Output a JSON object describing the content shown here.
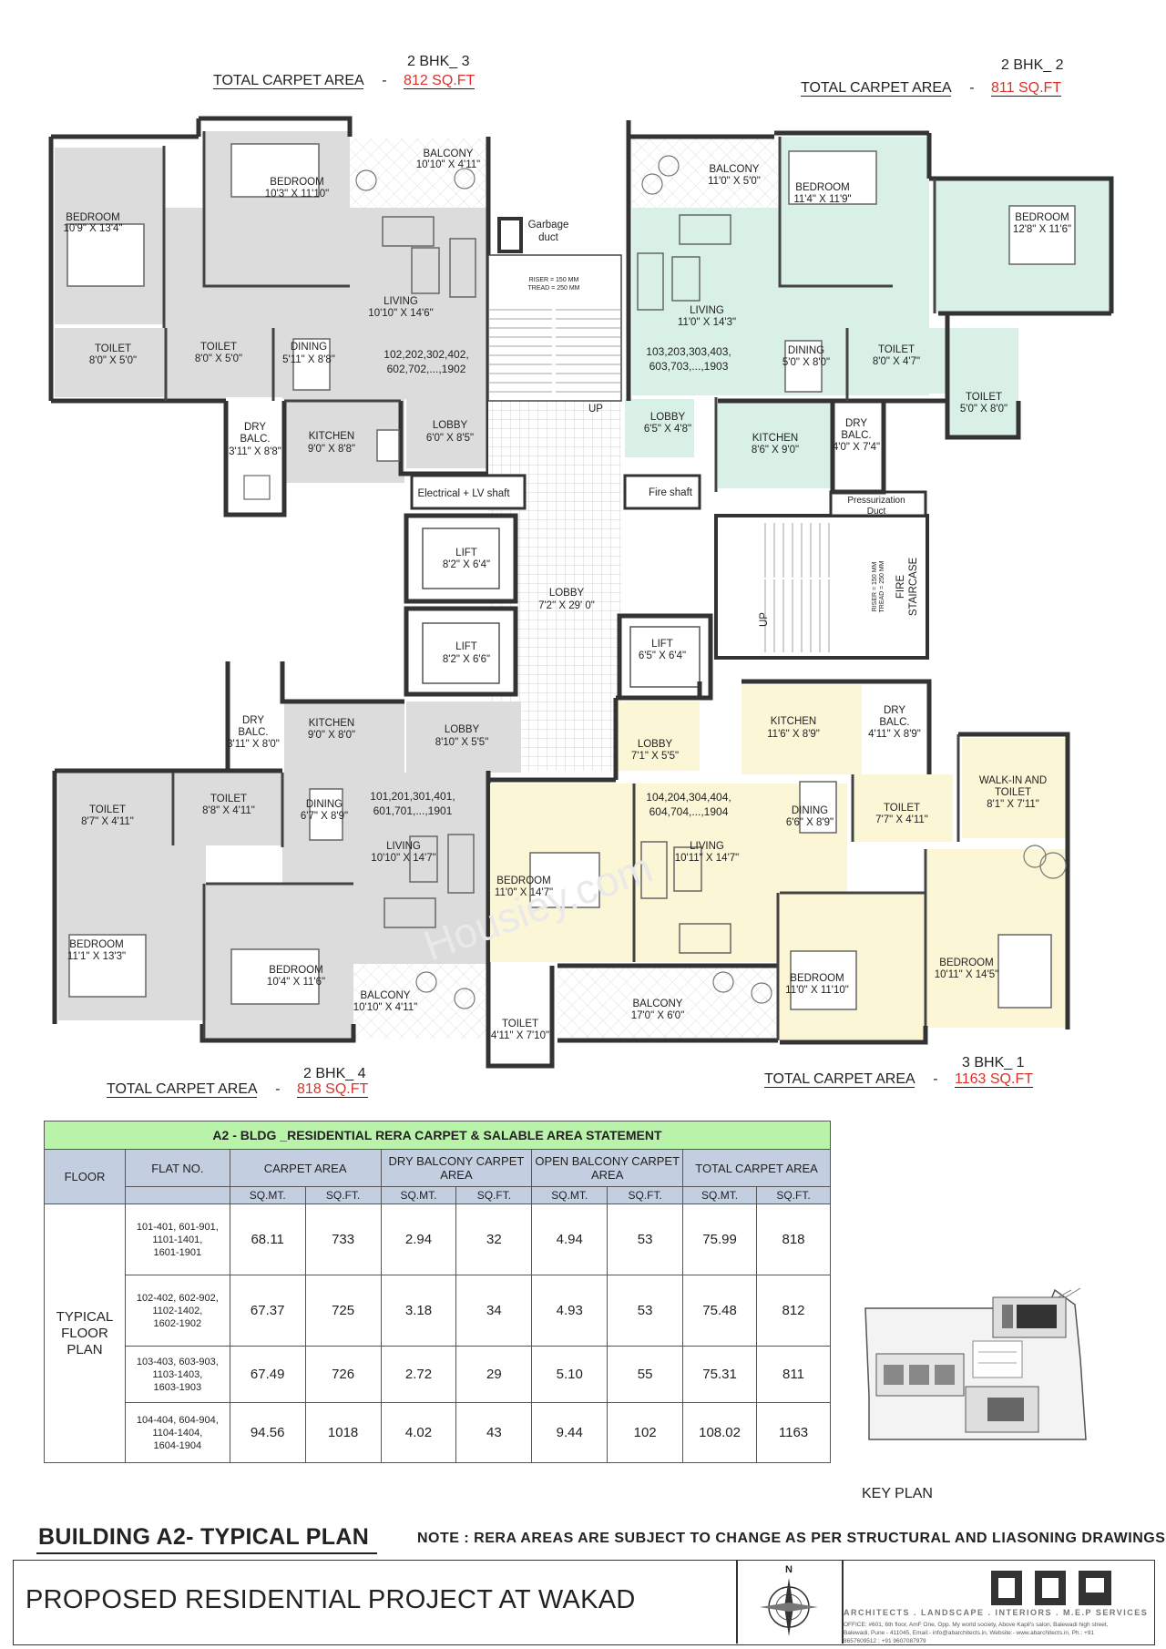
{
  "units": {
    "u3": {
      "bhk": "2 BHK_ 3",
      "tca_label": "TOTAL CARPET AREA",
      "dash": "-",
      "tca_value": "812 SQ.FT"
    },
    "u2": {
      "bhk": "2 BHK_ 2",
      "tca_label": "TOTAL CARPET AREA",
      "dash": "-",
      "tca_value": "811 SQ.FT"
    },
    "u4": {
      "bhk": "2 BHK_ 4",
      "tca_label": "TOTAL CARPET AREA",
      "dash": "-",
      "tca_value": "818 SQ.FT"
    },
    "u1": {
      "bhk": "3 BHK_ 1",
      "tca_label": "TOTAL CARPET AREA",
      "dash": "-",
      "tca_value": "1163 SQ.FT"
    }
  },
  "rooms": {
    "bed3a_n": "BEDROOM",
    "bed3a_d": "10'9\" X 13'4\"",
    "bed3b_n": "BEDROOM",
    "bed3b_d": "10'3\" X 11'10\"",
    "bal3_n": "BALCONY",
    "bal3_d": "10'10\" X 4'11\"",
    "liv3_n": "LIVING",
    "liv3_d": "10'10\" X 14'6\"",
    "toi3a_n": "TOILET",
    "toi3a_d": "8'0\" X 5'0\"",
    "toi3b_n": "TOILET",
    "toi3b_d": "8'0\" X 5'0\"",
    "din3_n": "DINING",
    "din3_d": "5'11\" X 8'8\"",
    "flats3_a": "102,202,302,402,",
    "flats3_b": "602,702,...,1902",
    "dry3_a": "DRY",
    "dry3_b": "BALC.",
    "dry3_d": "3'11\" X 8'8\"",
    "kit3_n": "KITCHEN",
    "kit3_d": "9'0\" X 8'8\"",
    "lob3_n": "LOBBY",
    "lob3_d": "6'0\" X 8'5\"",
    "garb_a": "Garbage",
    "garb_b": "duct",
    "riser1": "RISER = 150 MM",
    "tread1": "TREAD = 250 MM",
    "up1": "UP",
    "elec": "Electrical  + LV shaft",
    "fire_shaft": "Fire shaft",
    "bal2_n": "BALCONY",
    "bal2_d": "11'0\" X 5'0\"",
    "bed2a_n": "BEDROOM",
    "bed2a_d": "11'4\" X 11'9\"",
    "bed2b_n": "BEDROOM",
    "bed2b_d": "12'8\" X 11'6\"",
    "liv2_n": "LIVING",
    "liv2_d": "11'0\" X 14'3\"",
    "flats2_a": "103,203,303,403,",
    "flats2_b": "603,703,...,1903",
    "din2_n": "DINING",
    "din2_d": "5'0\" X 8'0\"",
    "toi2a_n": "TOILET",
    "toi2a_d": "8'0\" X 4'7\"",
    "toi2b_n": "TOILET",
    "toi2b_d": "5'0\" X 8'0\"",
    "lob2_n": "LOBBY",
    "lob2_d": "6'5\" X 4'8\"",
    "kit2_n": "KITCHEN",
    "kit2_d": "8'6\" X 9'0\"",
    "dry2_a": "DRY",
    "dry2_b": "BALC.",
    "dry2_d": "4'0\" X 7'4\"",
    "press_a": "Pressurization",
    "press_b": "Duct",
    "lift1_n": "LIFT",
    "lift1_d": "8'2\" X 6'4\"",
    "lift2_n": "LIFT",
    "lift2_d": "8'2\" X 6'6\"",
    "lift3_n": "LIFT",
    "lift3_d": "6'5\" X 6'4\"",
    "lobc_n": "LOBBY",
    "lobc_d": "7'2\" X 29' 0\"",
    "fire_a": "FIRE",
    "fire_b": "STAIRCASE",
    "riser2": "RISER = 150 MM",
    "tread2": "TREAD = 250 MM",
    "up2": "UP",
    "dry4_a": "DRY",
    "dry4_b": "BALC.",
    "dry4_d": "3'11\" X 8'0\"",
    "kit4_n": "KITCHEN",
    "kit4_d": "9'0\" X 8'0\"",
    "lob4_n": "LOBBY",
    "lob4_d": "8'10\" X 5'5\"",
    "toi4a_n": "TOILET",
    "toi4a_d": "8'7\" X 4'11\"",
    "toi4b_n": "TOILET",
    "toi4b_d": "8'8\" X 4'11\"",
    "din4_n": "DINING",
    "din4_d": "6'7\" X 8'9\"",
    "flats4_a": "101,201,301,401,",
    "flats4_b": "601,701,...,1901",
    "liv4_n": "LIVING",
    "liv4_d": "10'10\" X 14'7\"",
    "bed4a_n": "BEDROOM",
    "bed4a_d": "11'1\" X 13'3\"",
    "bed4b_n": "BEDROOM",
    "bed4b_d": "10'4\" X 11'6\"",
    "bal4_n": "BALCONY",
    "bal4_d": "10'10\" X 4'11\"",
    "lob1_n": "LOBBY",
    "lob1_d": "7'1\" X 5'5\"",
    "kit1_n": "KITCHEN",
    "kit1_d": "11'6\" X 8'9\"",
    "dry1_a": "DRY",
    "dry1_b": "BALC.",
    "dry1_d": "4'11\" X 8'9\"",
    "flats1_a": "104,204,304,404,",
    "flats1_b": "604,704,...,1904",
    "din1_n": "DINING",
    "din1_d": "6'6\" X 8'9\"",
    "toi1a_n": "TOILET",
    "toi1a_d": "7'7\" X 4'11\"",
    "wit_a": "WALK-IN AND",
    "wit_b": "TOILET",
    "wit_d": "8'1\" X 7'11\"",
    "bed1a_n": "BEDROOM",
    "bed1a_d": "11'0\" X 14'7\"",
    "liv1_n": "LIVING",
    "liv1_d": "10'11\" X 14'7\"",
    "bed1b_n": "BEDROOM",
    "bed1b_d": "11'0\" X 11'10\"",
    "bed1c_n": "BEDROOM",
    "bed1c_d": "10'11\" X 14'5\"",
    "bal1_n": "BALCONY",
    "bal1_d": "17'0\" X 6'0\"",
    "toi1b_n": "TOILET",
    "toi1b_d": "4'11\" X 7'10\""
  },
  "table": {
    "title": "A2 - BLDG _RESIDENTIAL RERA CARPET & SALABLE AREA STATEMENT",
    "h_floor": "FLOOR",
    "h_flat": "FLAT NO.",
    "h_carpet": "CARPET AREA",
    "h_dry": "DRY BALCONY CARPET AREA",
    "h_open": "OPEN BALCONY CARPET AREA",
    "h_total": "TOTAL CARPET AREA",
    "u_sqmt": "SQ.MT.",
    "u_sqft": "SQ.FT.",
    "floor_a": "TYPICAL",
    "floor_b": "FLOOR",
    "floor_c": "PLAN",
    "rows": [
      {
        "f1": "101-401, 601-901,",
        "f2": "1101-1401,",
        "f3": "1601-1901",
        "c_m": "68.11",
        "c_f": "733",
        "d_m": "2.94",
        "d_f": "32",
        "o_m": "4.94",
        "o_f": "53",
        "t_m": "75.99",
        "t_f": "818"
      },
      {
        "f1": "102-402, 602-902,",
        "f2": "1102-1402,",
        "f3": "1602-1902",
        "c_m": "67.37",
        "c_f": "725",
        "d_m": "3.18",
        "d_f": "34",
        "o_m": "4.93",
        "o_f": "53",
        "t_m": "75.48",
        "t_f": "812"
      },
      {
        "f1": "103-403, 603-903,",
        "f2": "1103-1403,",
        "f3": "1603-1903",
        "c_m": "67.49",
        "c_f": "726",
        "d_m": "2.72",
        "d_f": "29",
        "o_m": "5.10",
        "o_f": "55",
        "t_m": "75.31",
        "t_f": "811"
      },
      {
        "f1": "104-404, 604-904,",
        "f2": "1104-1404,",
        "f3": "1604-1904",
        "c_m": "94.56",
        "c_f": "1018",
        "d_m": "4.02",
        "d_f": "43",
        "o_m": "9.44",
        "o_f": "102",
        "t_m": "108.02",
        "t_f": "1163"
      }
    ]
  },
  "keyplan_label": "KEY PLAN",
  "building_title": "BUILDING A2- TYPICAL PLAN",
  "note": "NOTE : RERA AREAS ARE SUBJECT TO CHANGE AS PER STRUCTURAL AND LIASONING DRAWINGS.",
  "project_title": "PROPOSED RESIDENTIAL PROJECT AT WAKAD",
  "compass_label": "N",
  "firm_tag": "ARCHITECTS . LANDSCAPE . INTERIORS . M.E.P SERVICES",
  "firm_address": "OFFICE: #601, 6th floor, AmF One, Opp. My world society, Above Kapil's salon, Balewadi high street, Balewadi, Pune - 411045, Email:- info@abarchitects.in, Website:- www.abarchitects.in, Ph.: +91 8657609512 ; +91 9607087979",
  "watermark": "Housiey.com",
  "colors": {
    "gray_unit": "#dcdcdc",
    "green_unit": "#d9f0e7",
    "yellow_unit": "#fbf6d6",
    "table_title_bg": "#b9f3a9",
    "table_head_bg": "#c3cfe0",
    "red_text": "#d8322b"
  }
}
